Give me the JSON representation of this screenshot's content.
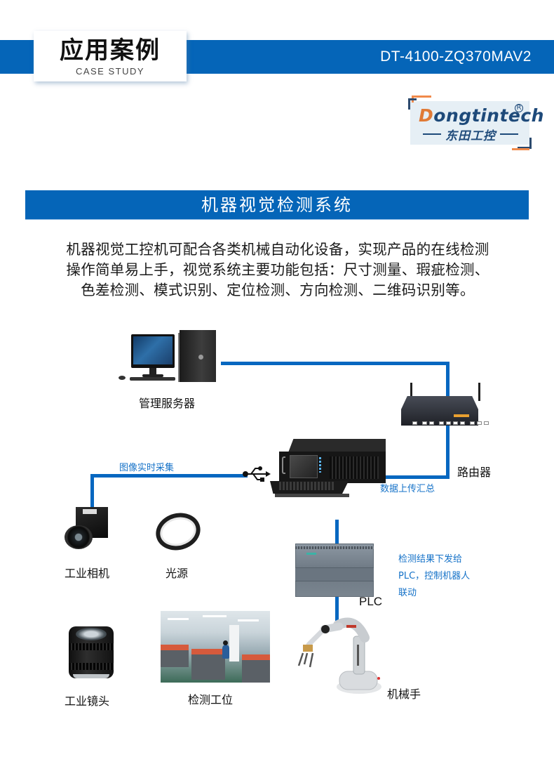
{
  "header": {
    "title": "应用案例",
    "subtitle": "CASE STUDY",
    "model_code": "DT-4100-ZQ370MAV2",
    "band_color": "#0565b8"
  },
  "logo": {
    "name_first": "D",
    "name_rest": "ongtintech",
    "registered_mark": "R",
    "chinese_name": "东田工控",
    "accent_color": "#e07a36",
    "primary_color": "#1e4a7a"
  },
  "section": {
    "title": "机器视觉检测系统"
  },
  "description": {
    "lines": [
      "机器视觉工控机可配合各类机械自动化设备，实现产品的在线检测",
      "操作简单易上手，视觉系统主要功能包括：尺寸测量、瑕疵检测、",
      "色差检测、模式识别、定位检测、方向检测、二维码识别等。"
    ]
  },
  "diagram": {
    "line_color": "#0667c0",
    "nodes": {
      "server": {
        "label": "管理服务器",
        "icon": "desktop-workstation-icon"
      },
      "router": {
        "label": "路由器",
        "icon": "router-icon"
      },
      "ipc": {
        "icon": "rackmount-industrial-pc-icon"
      },
      "camera": {
        "label": "工业相机",
        "icon": "industrial-camera-icon"
      },
      "light": {
        "label": "光源",
        "icon": "ring-light-icon"
      },
      "plc": {
        "label": "PLC",
        "icon": "plc-module-icon"
      },
      "lens": {
        "label": "工业镜头",
        "icon": "industrial-lens-icon"
      },
      "station": {
        "label": "检测工位",
        "icon": "inspection-station-photo"
      },
      "robot": {
        "label": "机械手",
        "icon": "robot-arm-icon"
      }
    },
    "annotations": {
      "image_capture": "图像实时采集",
      "data_upload": "数据上传汇总",
      "plc_note": [
        "检测结果下发给",
        "PLC，控制机器人",
        "联动"
      ]
    },
    "usb_icon": "usb-icon"
  }
}
